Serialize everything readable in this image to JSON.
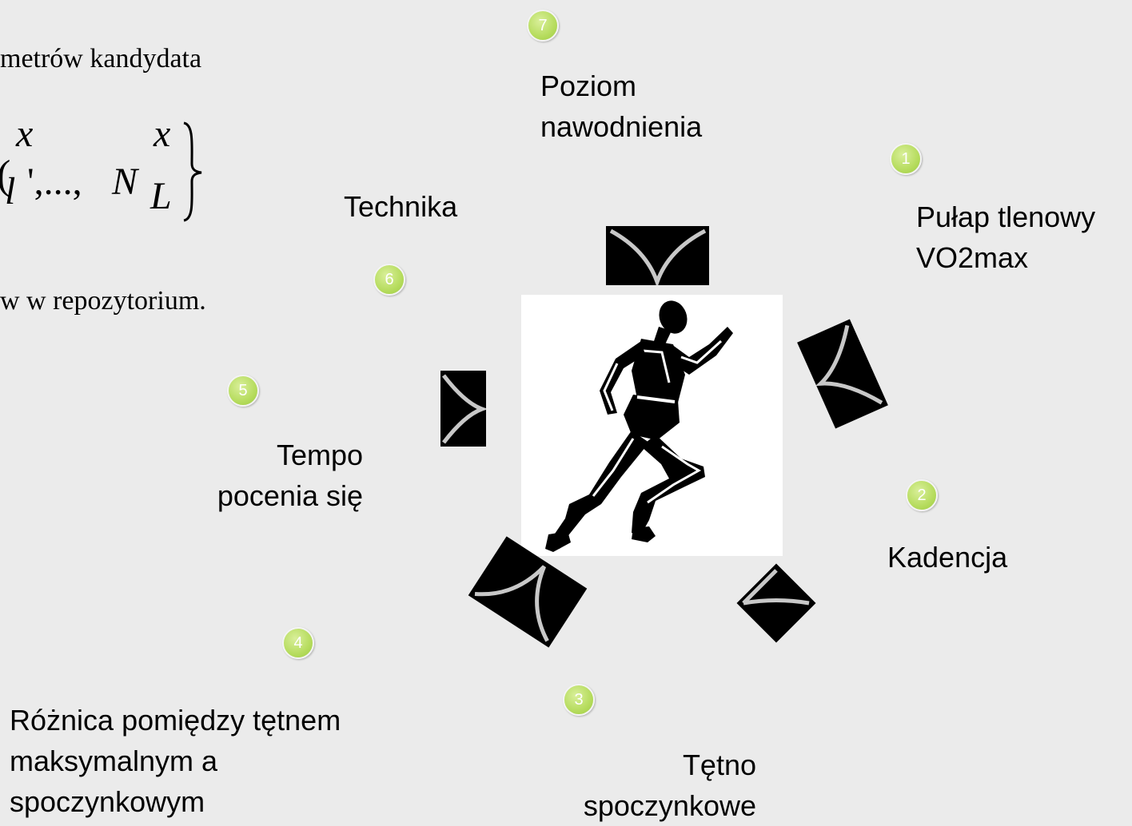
{
  "slide": {
    "line1": "metrów kandydata",
    "line2": "w w repozytorium.",
    "formula": {
      "sup_left": "x",
      "sup_right": "x",
      "base_left": "l",
      "ellipsis": "',...,",
      "base_N": "N",
      "base_L": "L"
    }
  },
  "diagram": {
    "items": [
      {
        "num": "1",
        "label": "Pułap tlenowy VO2max"
      },
      {
        "num": "2",
        "label": "Kadencja"
      },
      {
        "num": "3",
        "label": "Tętno spoczynkowe"
      },
      {
        "num": "4",
        "label": "Różnica pomiędzy tętnem maksymalnym a spoczynkowym"
      },
      {
        "num": "5",
        "label": "Tempo pocenia się"
      },
      {
        "num": "6",
        "label": "Technika"
      },
      {
        "num": "7",
        "label": "Poziom nawodnienia"
      }
    ]
  }
}
